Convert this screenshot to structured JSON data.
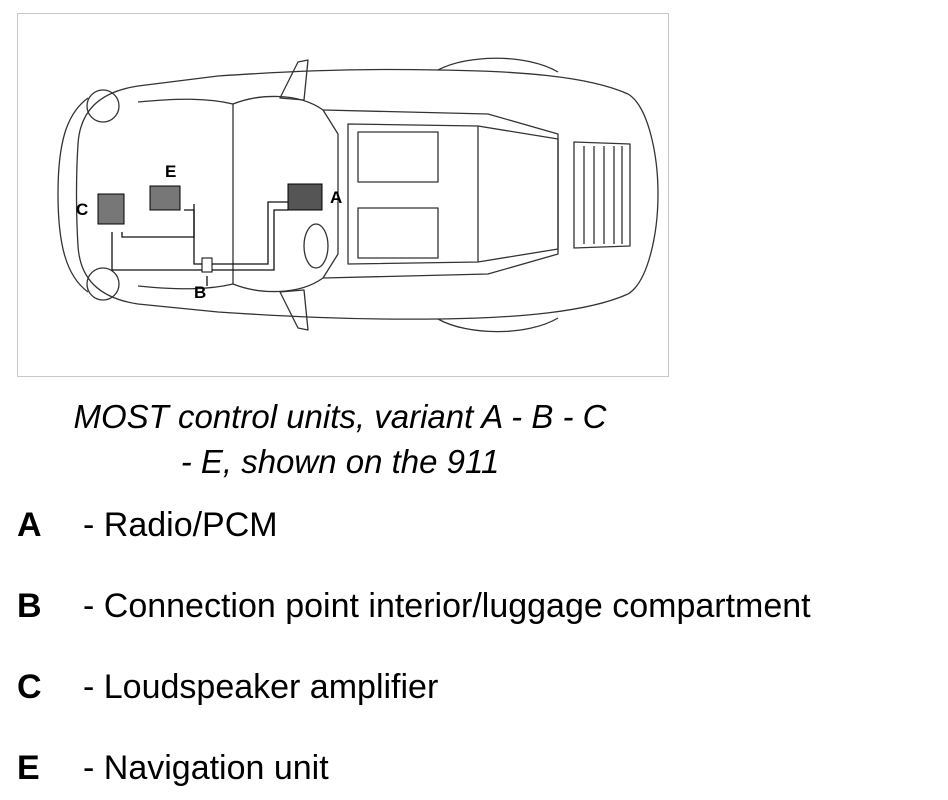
{
  "diagram": {
    "unit_labels": {
      "A": "A",
      "B": "B",
      "C": "C",
      "E": "E"
    }
  },
  "caption": {
    "line1": "MOST control units, variant A - B - C",
    "line2": "- E, shown on the 911"
  },
  "legend": [
    {
      "key": "A",
      "text": "- Radio/PCM"
    },
    {
      "key": "B",
      "text": "- Connection point interior/luggage compartment"
    },
    {
      "key": "C",
      "text": "- Loudspeaker amplifier"
    },
    {
      "key": "E",
      "text": "- Navigation unit"
    }
  ]
}
